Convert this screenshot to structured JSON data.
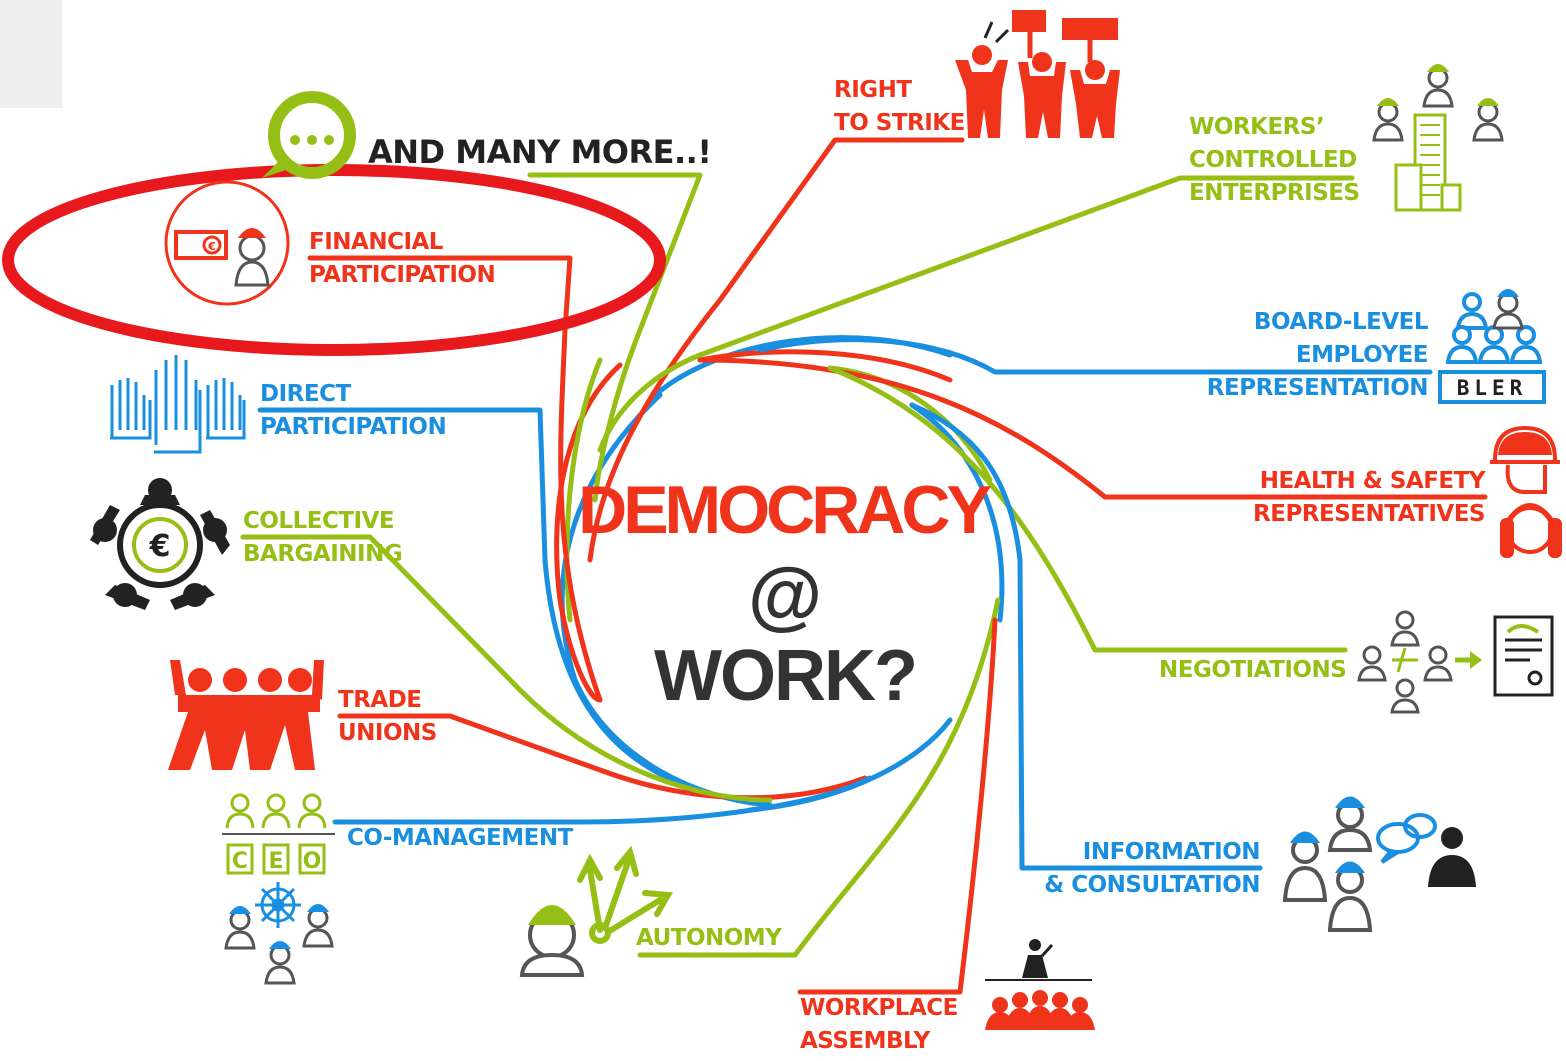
{
  "center": {
    "line1": "DEMOCRACY",
    "line2": "@",
    "line3": "WORK?"
  },
  "items": {
    "many_more": "AND MANY MORE..!",
    "financial": [
      "FINANCIAL",
      "PARTICIPATION"
    ],
    "direct": [
      "DIRECT",
      "PARTICIPATION"
    ],
    "collective": [
      "COLLECTIVE",
      "BARGAINING"
    ],
    "trade_unions": [
      "TRADE",
      "UNIONS"
    ],
    "comanagement": "CO-MANAGEMENT",
    "autonomy": "AUTONOMY",
    "workplace": [
      "WORKPLACE",
      "ASSEMBLY"
    ],
    "right_strike": [
      "RIGHT",
      "TO STRIKE"
    ],
    "workers_controlled": [
      "WORKERS’",
      "CONTROLLED",
      "ENTERPRISES"
    ],
    "board_level": [
      "BOARD-LEVEL",
      "EMPLOYEE",
      "REPRESENTATION"
    ],
    "health_safety": [
      "HEALTH & SAFETY",
      "REPRESENTATIVES"
    ],
    "negotiations": "NEGOTIATIONS",
    "information": [
      "INFORMATION",
      "& CONSULTATION"
    ]
  },
  "icon_text": {
    "bler": "BLER",
    "ceo": [
      "C",
      "E",
      "O"
    ],
    "euro": "€"
  },
  "colors": {
    "red": "#f0341c",
    "blue": "#1a8fe0",
    "green": "#95bf14",
    "dark": "#222222",
    "highlight": "#e8191c"
  },
  "icons": [
    "dots-bubble-icon",
    "money-worker-icon",
    "raised-hands-icon",
    "round-table-icon",
    "protest-group-icon",
    "ceo-board-icon",
    "helm-icon",
    "autonomy-arrows-icon",
    "assembly-icon",
    "strikers-icon",
    "enterprise-workers-icon",
    "bler-icon",
    "hardhat-head-icon",
    "ear-protection-icon",
    "negotiation-icon",
    "certificate-icon",
    "consultation-icon",
    "speech-bubbles-icon",
    "businessman-icon"
  ]
}
